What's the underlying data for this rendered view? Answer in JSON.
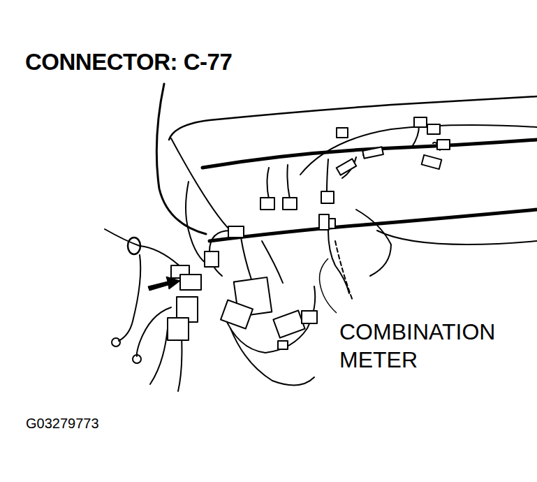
{
  "diagram": {
    "title": "CONNECTOR: C-77",
    "labels": [
      "COMBINATION METER",
      "G03279773"
    ]
  }
}
